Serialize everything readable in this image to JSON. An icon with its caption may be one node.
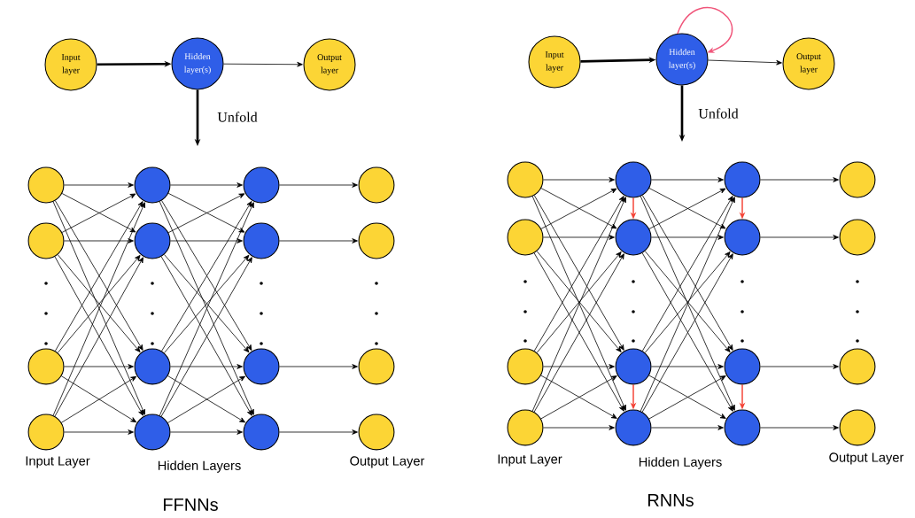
{
  "diagram": {
    "nodes": [
      {
        "text": [
          "Input layer"
        ]
      },
      {
        "text": [
          "Hidden layer(s)"
        ]
      },
      {
        "text": [
          "Output layer"
        ]
      },
      {
        "text": [],
        "shape": "circle"
      },
      {
        "text": [],
        "shape": "circle"
      },
      {
        "text": [],
        "shape": "circle"
      },
      {
        "text": [],
        "shape": "circle"
      },
      {
        "text": [],
        "shape": "circle"
      },
      {
        "text": [],
        "shape": "circle"
      },
      {
        "text": [],
        "shape": "circle"
      },
      {
        "text": [],
        "shape": "circle"
      },
      {
        "text": [],
        "shape": "circle"
      },
      {
        "text": [],
        "shape": "circle"
      },
      {
        "text": [],
        "shape": "circle"
      },
      {
        "text": [],
        "shape": "circle"
      },
      {
        "text": [],
        "shape": "circle"
      },
      {
        "text": [],
        "shape": "circle"
      },
      {
        "text": [],
        "shape": "circle"
      },
      {
        "text": [],
        "shape": "circle"
      },
      {
        "text": [
          "Input layer"
        ]
      },
      {
        "text": [
          "Hidden layer(s)"
        ]
      },
      {
        "text": [
          "Output layer"
        ]
      },
      {
        "text": [],
        "shape": "circle"
      },
      {
        "text": [],
        "shape": "circle"
      },
      {
        "text": [],
        "shape": "circle"
      },
      {
        "text": [],
        "shape": "circle"
      },
      {
        "text": [],
        "shape": "circle"
      },
      {
        "text": [],
        "shape": "circle"
      },
      {
        "text": [],
        "shape": "circle"
      },
      {
        "text": [],
        "shape": "circle"
      },
      {
        "text": [],
        "shape": "circle"
      },
      {
        "text": [],
        "shape": "circle"
      },
      {
        "text": [],
        "shape": "circle"
      },
      {
        "text": [],
        "shape": "circle"
      },
      {
        "text": [],
        "shape": "circle"
      },
      {
        "text": [],
        "shape": "circle"
      },
      {
        "text": [],
        "shape": "circle"
      },
      {
        "text": [],
        "shape": "circle"
      }
    ],
    "edges": [
      {
        "from": 0,
        "to": 1,
        "arrow": "to",
        "style": "thick"
      },
      {
        "from": 1,
        "to": 2,
        "arrow": "to"
      },
      {
        "from": 1,
        "to": null,
        "arrow": "to",
        "label": "Unfold",
        "style": "thick"
      },
      {
        "from": 3,
        "to": 7,
        "arrow": "to"
      },
      {
        "from": 3,
        "to": 8,
        "arrow": "to"
      },
      {
        "from": 3,
        "to": 9,
        "arrow": "to"
      },
      {
        "from": 3,
        "to": 10,
        "arrow": "to"
      },
      {
        "from": 4,
        "to": 7,
        "arrow": "to"
      },
      {
        "from": 4,
        "to": 8,
        "arrow": "to"
      },
      {
        "from": 4,
        "to": 9,
        "arrow": "to"
      },
      {
        "from": 4,
        "to": 10,
        "arrow": "to"
      },
      {
        "from": 5,
        "to": 7,
        "arrow": "to"
      },
      {
        "from": 5,
        "to": 8,
        "arrow": "to"
      },
      {
        "from": 5,
        "to": 9,
        "arrow": "to"
      },
      {
        "from": 5,
        "to": 10,
        "arrow": "to"
      },
      {
        "from": 6,
        "to": 7,
        "arrow": "to"
      },
      {
        "from": 6,
        "to": 8,
        "arrow": "to"
      },
      {
        "from": 6,
        "to": 9,
        "arrow": "to"
      },
      {
        "from": 6,
        "to": 10,
        "arrow": "to"
      },
      {
        "from": 7,
        "to": 11,
        "arrow": "to"
      },
      {
        "from": 7,
        "to": 12,
        "arrow": "to"
      },
      {
        "from": 7,
        "to": 13,
        "arrow": "to"
      },
      {
        "from": 7,
        "to": 14,
        "arrow": "to"
      },
      {
        "from": 8,
        "to": 11,
        "arrow": "to"
      },
      {
        "from": 8,
        "to": 12,
        "arrow": "to"
      },
      {
        "from": 8,
        "to": 13,
        "arrow": "to"
      },
      {
        "from": 8,
        "to": 14,
        "arrow": "to"
      },
      {
        "from": 9,
        "to": 11,
        "arrow": "to"
      },
      {
        "from": 9,
        "to": 12,
        "arrow": "to"
      },
      {
        "from": 9,
        "to": 13,
        "arrow": "to"
      },
      {
        "from": 9,
        "to": 14,
        "arrow": "to"
      },
      {
        "from": 10,
        "to": 11,
        "arrow": "to"
      },
      {
        "from": 10,
        "to": 12,
        "arrow": "to"
      },
      {
        "from": 10,
        "to": 13,
        "arrow": "to"
      },
      {
        "from": 10,
        "to": 14,
        "arrow": "to"
      },
      {
        "from": 11,
        "to": 15,
        "arrow": "to"
      },
      {
        "from": 12,
        "to": 16,
        "arrow": "to"
      },
      {
        "from": 13,
        "to": 17,
        "arrow": "to"
      },
      {
        "from": 14,
        "to": 18,
        "arrow": "to"
      },
      {
        "from": 19,
        "to": 20,
        "arrow": "to",
        "style": "thick"
      },
      {
        "from": 20,
        "to": 20,
        "arrow": "to",
        "color": "#f0557a"
      },
      {
        "from": 20,
        "to": 21,
        "arrow": "to"
      },
      {
        "from": 20,
        "to": null,
        "arrow": "to",
        "label": "Unfold",
        "style": "thick"
      },
      {
        "from": 22,
        "to": 26,
        "arrow": "to"
      },
      {
        "from": 22,
        "to": 27,
        "arrow": "to"
      },
      {
        "from": 22,
        "to": 28,
        "arrow": "to"
      },
      {
        "from": 22,
        "to": 29,
        "arrow": "to"
      },
      {
        "from": 23,
        "to": 26,
        "arrow": "to"
      },
      {
        "from": 23,
        "to": 27,
        "arrow": "to"
      },
      {
        "from": 23,
        "to": 28,
        "arrow": "to"
      },
      {
        "from": 23,
        "to": 29,
        "arrow": "to"
      },
      {
        "from": 24,
        "to": 26,
        "arrow": "to"
      },
      {
        "from": 24,
        "to": 27,
        "arrow": "to"
      },
      {
        "from": 24,
        "to": 28,
        "arrow": "to"
      },
      {
        "from": 24,
        "to": 29,
        "arrow": "to"
      },
      {
        "from": 25,
        "to": 26,
        "arrow": "to"
      },
      {
        "from": 25,
        "to": 27,
        "arrow": "to"
      },
      {
        "from": 25,
        "to": 28,
        "arrow": "to"
      },
      {
        "from": 25,
        "to": 29,
        "arrow": "to"
      },
      {
        "from": 26,
        "to": 30,
        "arrow": "to"
      },
      {
        "from": 26,
        "to": 31,
        "arrow": "to"
      },
      {
        "from": 26,
        "to": 32,
        "arrow": "to"
      },
      {
        "from": 26,
        "to": 33,
        "arrow": "to"
      },
      {
        "from": 27,
        "to": 30,
        "arrow": "to"
      },
      {
        "from": 27,
        "to": 31,
        "arrow": "to"
      },
      {
        "from": 27,
        "to": 32,
        "arrow": "to"
      },
      {
        "from": 27,
        "to": 33,
        "arrow": "to"
      },
      {
        "from": 28,
        "to": 30,
        "arrow": "to"
      },
      {
        "from": 28,
        "to": 31,
        "arrow": "to"
      },
      {
        "from": 28,
        "to": 32,
        "arrow": "to"
      },
      {
        "from": 28,
        "to": 33,
        "arrow": "to"
      },
      {
        "from": 29,
        "to": 30,
        "arrow": "to"
      },
      {
        "from": 29,
        "to": 31,
        "arrow": "to"
      },
      {
        "from": 29,
        "to": 32,
        "arrow": "to"
      },
      {
        "from": 29,
        "to": 33,
        "arrow": "to"
      },
      {
        "from": 30,
        "to": 34,
        "arrow": "to"
      },
      {
        "from": 31,
        "to": 35,
        "arrow": "to"
      },
      {
        "from": 32,
        "to": 36,
        "arrow": "to"
      },
      {
        "from": 33,
        "to": 37,
        "arrow": "to"
      },
      {
        "from": 26,
        "to": 27,
        "arrow": "to",
        "color": "#f44336"
      },
      {
        "from": 28,
        "to": 29,
        "arrow": "to",
        "color": "#f44336"
      },
      {
        "from": 30,
        "to": 31,
        "arrow": "to",
        "color": "#f44336"
      },
      {
        "from": 32,
        "to": 33,
        "arrow": "to",
        "color": "#f44336"
      }
    ],
    "labels": [
      "Input Layer",
      "Hidden Layers",
      "Output Layer",
      "FFNNs",
      "Input Layer",
      "Hidden Layers",
      "Output Layer",
      "RNNs"
    ]
  }
}
